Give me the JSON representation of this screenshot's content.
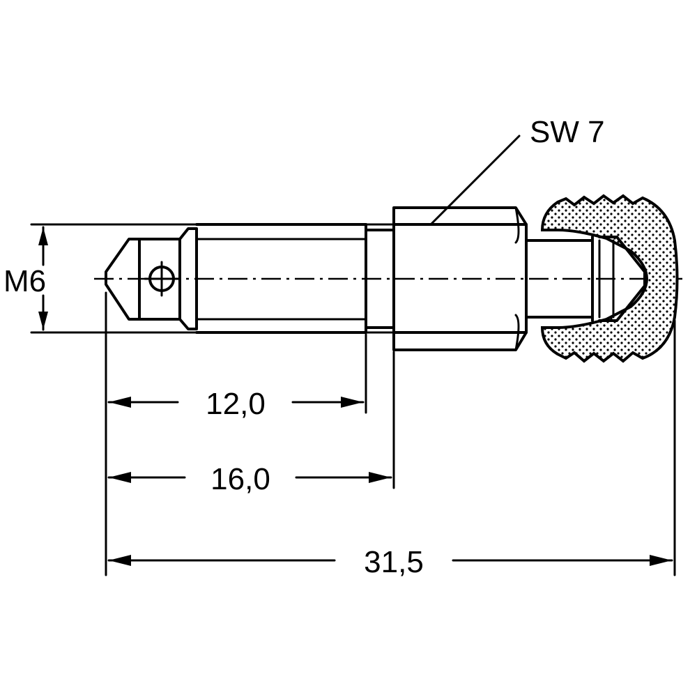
{
  "labels": {
    "thread": "M6",
    "wrench_size": "SW 7",
    "dim_thread_length": "12,0",
    "dim_body_length": "16,0",
    "dim_total_length": "31,5"
  }
}
